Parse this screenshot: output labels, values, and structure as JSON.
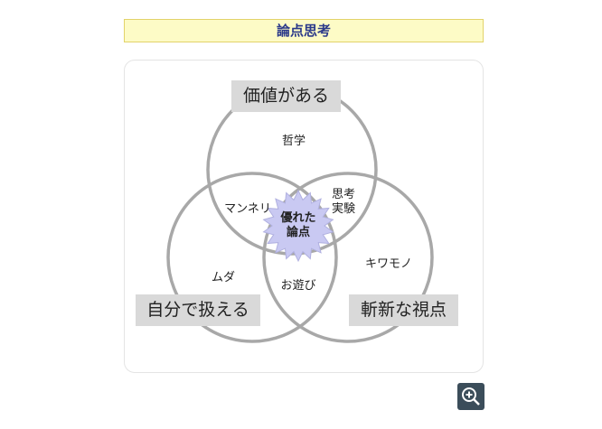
{
  "title": "論点思考",
  "diagram": {
    "sets": [
      {
        "label": "価値がある"
      },
      {
        "label": "自分で扱える"
      },
      {
        "label": "斬新な視点"
      }
    ],
    "regions": {
      "top_only": "哲学",
      "top_left": "マンネリ",
      "top_right_line1": "思考",
      "top_right_line2": "実験",
      "center_line1": "優れた",
      "center_line2": "論点",
      "left_only": "ムダ",
      "left_right": "お遊び",
      "right_only": "キワモノ"
    },
    "colors": {
      "circle": "#a8a8a8",
      "center": "#c9c9f2",
      "label_bg": "#d9d9d9"
    }
  },
  "zoom_button": {
    "icon": "zoom-in-icon"
  }
}
